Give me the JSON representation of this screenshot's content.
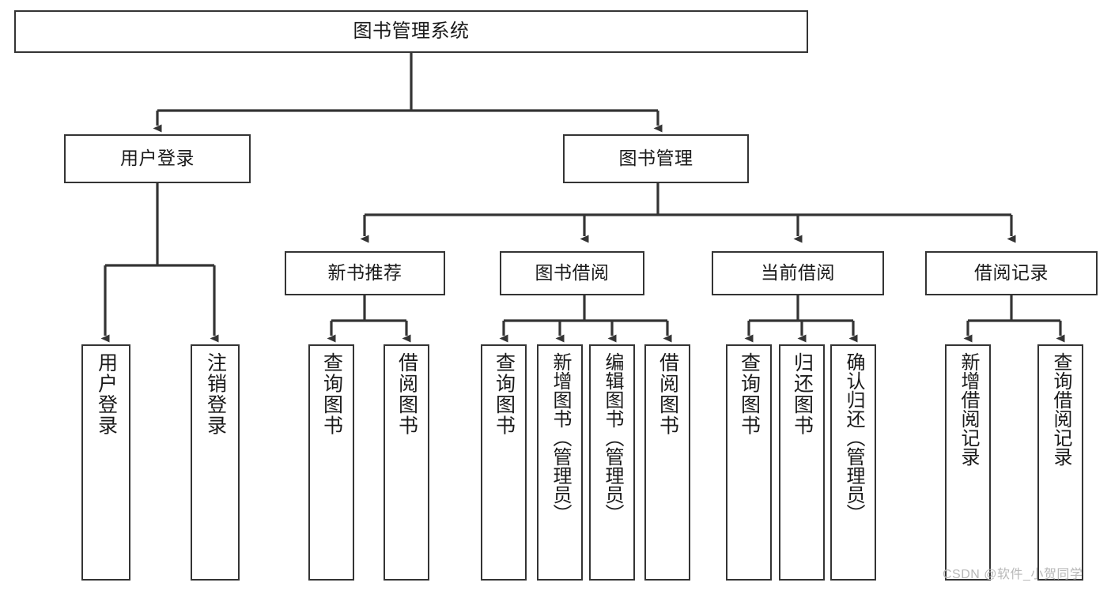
{
  "diagram": {
    "title": "图书管理系统",
    "type": "hierarchy-tree",
    "root": {
      "label": "图书管理系统"
    },
    "level2": [
      {
        "label": "用户登录"
      },
      {
        "label": "图书管理"
      }
    ],
    "level3": [
      {
        "label": "新书推荐"
      },
      {
        "label": "图书借阅"
      },
      {
        "label": "当前借阅"
      },
      {
        "label": "借阅记录"
      }
    ],
    "leaves": [
      {
        "label": "用户登录"
      },
      {
        "label": "注销登录"
      },
      {
        "label": "查询图书"
      },
      {
        "label": "借阅图书"
      },
      {
        "label": "查询图书"
      },
      {
        "label": "新增图书（管理员）"
      },
      {
        "label": "编辑图书（管理员）"
      },
      {
        "label": "借阅图书"
      },
      {
        "label": "查询图书"
      },
      {
        "label": "归还图书"
      },
      {
        "label": "确认归还（管理员）"
      },
      {
        "label": "新增借阅记录"
      },
      {
        "label": "查询借阅记录"
      }
    ],
    "watermark": "CSDN @软件_小贺同学",
    "colors": {
      "stroke": "#343434",
      "fill": "#ffffff",
      "text": "#1a1a1a",
      "watermark": "#b8b8b8"
    }
  }
}
